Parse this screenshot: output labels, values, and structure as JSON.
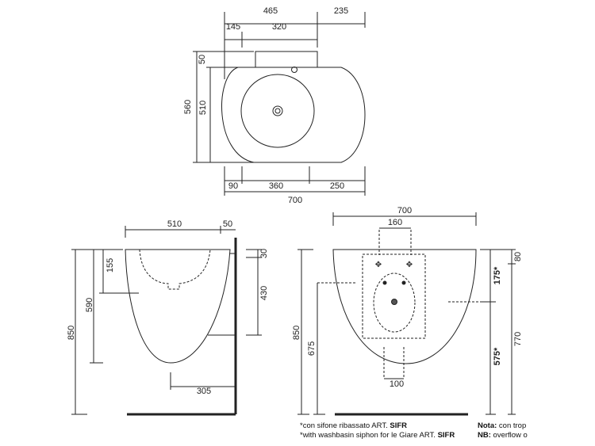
{
  "top_view": {
    "dims": {
      "d465": "465",
      "d235": "235",
      "d145": "145",
      "d320": "320",
      "d50": "50",
      "d510": "510",
      "d560": "560",
      "d90": "90",
      "d360": "360",
      "d250": "250",
      "d700": "700"
    }
  },
  "side_view": {
    "dims": {
      "d510": "510",
      "d50": "50",
      "d155": "155",
      "d590": "590",
      "d850": "850",
      "d30": "30",
      "d430": "430",
      "d305": "305"
    }
  },
  "front_view": {
    "dims": {
      "d700": "700",
      "d160": "160",
      "d850": "850",
      "d675": "675",
      "d175": "175*",
      "d575": "575*",
      "d80": "80",
      "d770": "770",
      "d100": "100"
    }
  },
  "notes": {
    "it_prefix": "*con sifone ribassato ART. ",
    "it_code": "SIFR",
    "en_prefix": "*with washbasin siphon for le Giare ART. ",
    "en_code": "SIFR",
    "nota_label": "Nota:",
    "nota_text": " con trop",
    "nb_label": "NB:",
    "nb_text": " overflow o"
  }
}
